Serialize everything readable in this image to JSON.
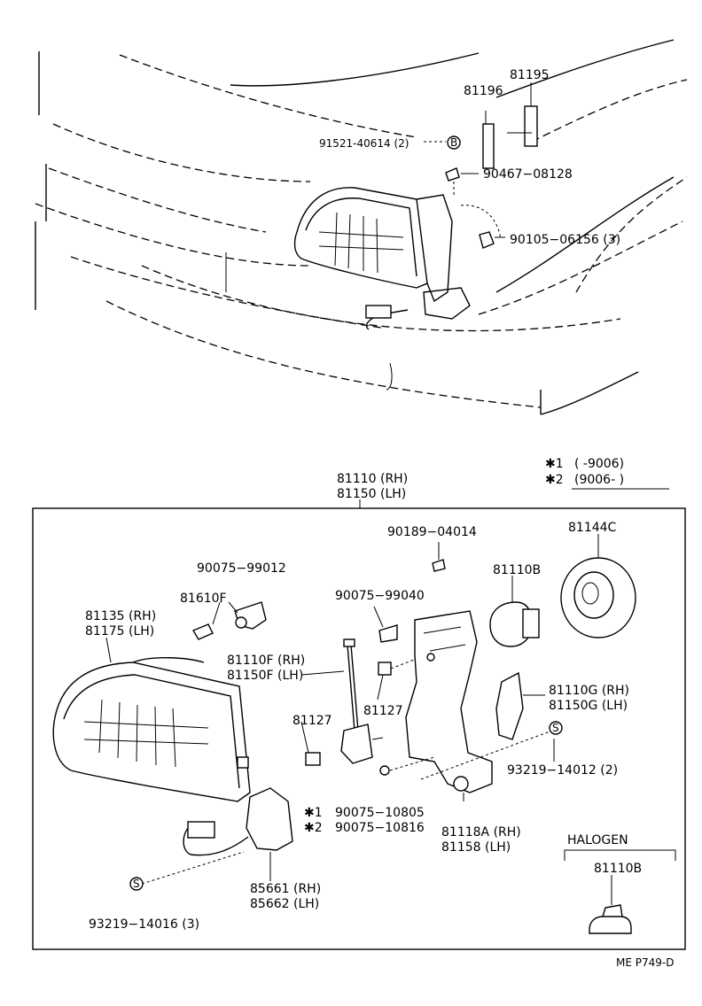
{
  "footer_code": "ME P749-D",
  "top_labels": {
    "p81195": "81195",
    "p81196": "81196",
    "p91521": "91521-40614 (2)",
    "p90467": "90467−08128",
    "p90105": "90105−06156 (3)",
    "mark_b": "B"
  },
  "assembly": {
    "line1": "81110 (RH)",
    "line2": "81150 (LH)"
  },
  "notes": {
    "n1_mark": "✱1",
    "n1_text": "(        -9006)",
    "n2_mark": "✱2",
    "n2_text": "(9006-        )"
  },
  "labels": {
    "p90189": "90189−04014",
    "p81144c": "81144C",
    "p90075_99012": "90075−99012",
    "p81110b": "81110B",
    "p81610f": "81610F",
    "p90075_99040": "90075−99040",
    "p81135": "81135 (RH)",
    "p81175": "81175 (LH)",
    "p81110f": "81110F (RH)",
    "p81150f": "81150F (LH)",
    "p81127a": "81127",
    "p81127b": "81127",
    "p81110g": "81110G (RH)",
    "p81150g": "81150G (LH)",
    "p93219_14012": "93219−14012 (2)",
    "star1": "✱1",
    "star2": "✱2",
    "p90075_10805": "90075−10805",
    "p90075_10816": "90075−10816",
    "p81118a": "81118A (RH)",
    "p81158": "81158   (LH)",
    "halogen": "HALOGEN",
    "p81110b_halogen": "81110B",
    "p85661": "85661 (RH)",
    "p85662": "85662 (LH)",
    "p93219_14016": "93219−14016 (3)",
    "mark_s1": "S",
    "mark_s2": "S"
  }
}
